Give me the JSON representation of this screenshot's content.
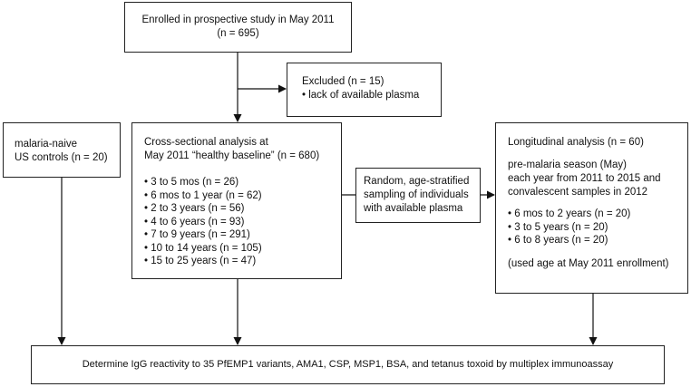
{
  "enrolled": {
    "line1": "Enrolled in prospective study in May 2011",
    "line2": "(n = 695)"
  },
  "excluded": {
    "title": "Excluded (n = 15)",
    "items": [
      "lack of available plasma"
    ]
  },
  "controls": {
    "line1": "malaria-naive",
    "line2": "US controls (n = 20)"
  },
  "cross_sectional": {
    "line1": "Cross-sectional analysis at",
    "line2": "May 2011 “healthy baseline” (n = 680)",
    "items": [
      "3 to 5 mos (n = 26)",
      "6 mos to 1 year (n = 62)",
      "2 to 3 years (n = 56)",
      "4 to 6 years (n = 93)",
      "7 to 9 years (n = 291)",
      "10 to 14 years (n = 105)",
      "15 to 25 years (n = 47)"
    ]
  },
  "sampling": {
    "line1": "Random, age-stratified",
    "line2": "sampling of individuals",
    "line3": "with available plasma"
  },
  "longitudinal": {
    "title": "Longitudinal analysis (n = 60)",
    "line1": "pre-malaria season (May)",
    "line2": "each year from 2011 to 2015 and",
    "line3": "convalescent samples in 2012",
    "items": [
      "6 mos to 2 years (n = 20)",
      "3 to 5 years (n = 20)",
      "6 to 8 years (n = 20)"
    ],
    "note": "(used age at May 2011 enrollment)"
  },
  "outcome": {
    "text": "Determine IgG reactivity to 35 PfEMP1 variants, AMA1, CSP, MSP1, BSA, and tetanus toxoid by multiplex immunoassay"
  }
}
